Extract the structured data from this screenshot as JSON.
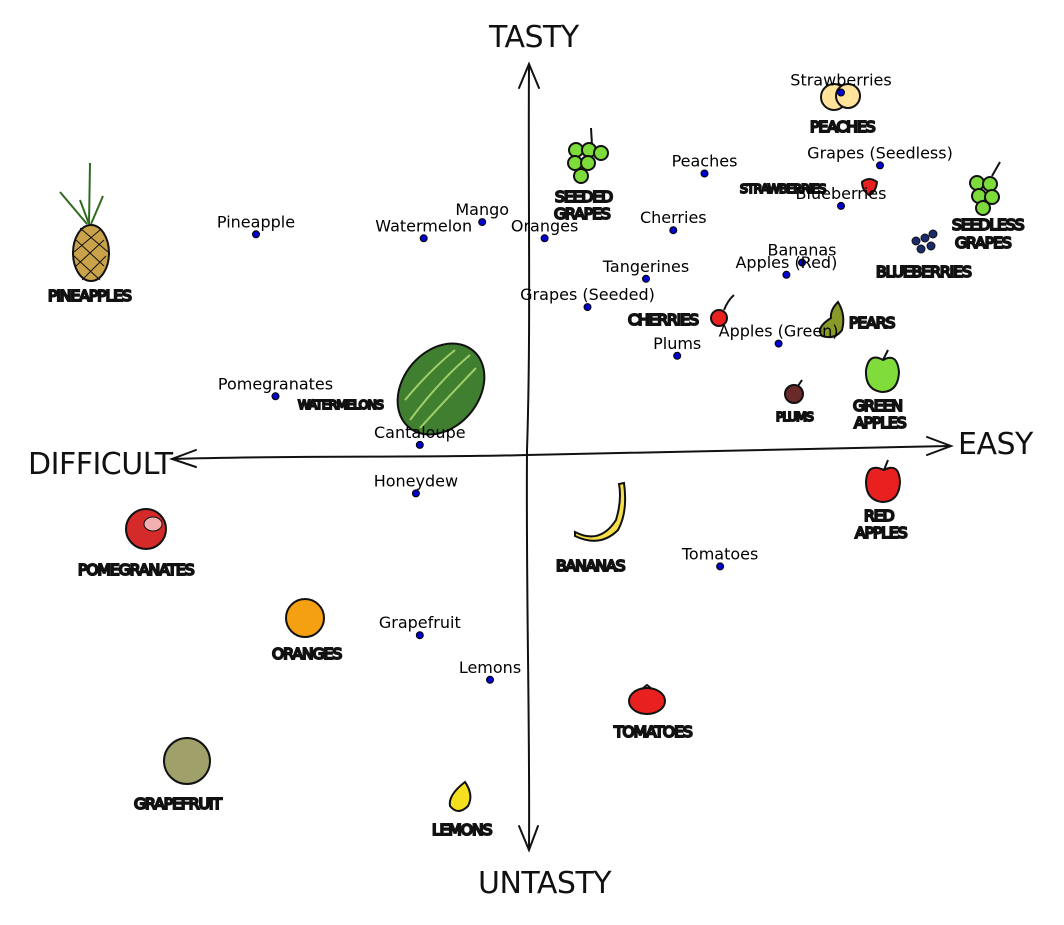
{
  "axes": {
    "top": "TASTY",
    "bottom": "UNTASTY",
    "left": "DIFFICULT",
    "right": "EASY"
  },
  "chart_data": {
    "type": "scatter",
    "xlabel": "",
    "ylabel": "",
    "xlim": [
      -10,
      10
    ],
    "ylim": [
      -10,
      10
    ],
    "grid": false,
    "x_negative": "DIFFICULT",
    "x_positive": "EASY",
    "y_positive": "TASTY",
    "y_negative": "UNTASTY",
    "points": [
      {
        "label": "Strawberries",
        "x": 8.0,
        "y": 9.0
      },
      {
        "label": "Peaches",
        "x": 4.5,
        "y": 7.0
      },
      {
        "label": "Grapes (Seedless)",
        "x": 9.0,
        "y": 7.2
      },
      {
        "label": "Blueberries",
        "x": 8.0,
        "y": 6.2
      },
      {
        "label": "Pineapple",
        "x": -7.0,
        "y": 5.5
      },
      {
        "label": "Mango",
        "x": -1.2,
        "y": 5.8
      },
      {
        "label": "Watermelon",
        "x": -2.7,
        "y": 5.4
      },
      {
        "label": "Oranges",
        "x": 0.4,
        "y": 5.4
      },
      {
        "label": "Cherries",
        "x": 3.7,
        "y": 5.6
      },
      {
        "label": "Bananas",
        "x": 7.0,
        "y": 4.8
      },
      {
        "label": "Apples (Red)",
        "x": 6.6,
        "y": 4.5
      },
      {
        "label": "Tangerines",
        "x": 3.0,
        "y": 4.4
      },
      {
        "label": "Grapes (Seeded)",
        "x": 1.5,
        "y": 3.7
      },
      {
        "label": "Apples (Green)",
        "x": 6.4,
        "y": 2.8
      },
      {
        "label": "Plums",
        "x": 3.8,
        "y": 2.5
      },
      {
        "label": "Pomegranates",
        "x": -6.5,
        "y": 1.5
      },
      {
        "label": "Cantaloupe",
        "x": -2.8,
        "y": 0.3
      },
      {
        "label": "Honeydew",
        "x": -2.9,
        "y": -0.9
      },
      {
        "label": "Tomatoes",
        "x": 4.9,
        "y": -2.7
      },
      {
        "label": "Grapefruit",
        "x": -2.8,
        "y": -4.4
      },
      {
        "label": "Lemons",
        "x": -1.0,
        "y": -5.5
      }
    ],
    "drawings": [
      {
        "label": "PEACHES",
        "icon": "peach-icon",
        "color": "#ffe39a"
      },
      {
        "label": "STRAWBERRIES",
        "icon": "strawberry-icon",
        "color": "#e82020"
      },
      {
        "label": "SEEDED GRAPES",
        "icon": "grapes-icon",
        "color": "#7ddb3a"
      },
      {
        "label": "SEEDLESS GRAPES",
        "icon": "grapes-icon",
        "color": "#7ddb3a"
      },
      {
        "label": "BLUEBERRIES",
        "icon": "blueberries-icon",
        "color": "#1a2a6a"
      },
      {
        "label": "PINEAPPLES",
        "icon": "pineapple-icon",
        "color": "#c9a24a"
      },
      {
        "label": "CHERRIES",
        "icon": "cherry-icon",
        "color": "#e82020"
      },
      {
        "label": "PEARS",
        "icon": "pear-icon",
        "color": "#8a9a2a"
      },
      {
        "label": "WATERMELONS",
        "icon": "watermelon-icon",
        "color": "#3f7f2f"
      },
      {
        "label": "PLUMS",
        "icon": "plum-icon",
        "color": "#6a2a2a"
      },
      {
        "label": "GREEN APPLES",
        "icon": "green-apple-icon",
        "color": "#7fdc3a"
      },
      {
        "label": "RED APPLES",
        "icon": "red-apple-icon",
        "color": "#e82020"
      },
      {
        "label": "POMEGRANATES",
        "icon": "pomegranate-icon",
        "color": "#d42a2a"
      },
      {
        "label": "BANANAS",
        "icon": "banana-icon",
        "color": "#f5e04a"
      },
      {
        "label": "ORANGES",
        "icon": "orange-icon",
        "color": "#f5a010"
      },
      {
        "label": "TOMATOES",
        "icon": "tomato-icon",
        "color": "#e82020"
      },
      {
        "label": "GRAPEFRUIT",
        "icon": "grapefruit-icon",
        "color": "#a0a06a"
      },
      {
        "label": "LEMONS",
        "icon": "lemon-icon",
        "color": "#f5e020"
      }
    ]
  },
  "colors": {
    "point": "#0000cc",
    "ink": "#111111"
  }
}
